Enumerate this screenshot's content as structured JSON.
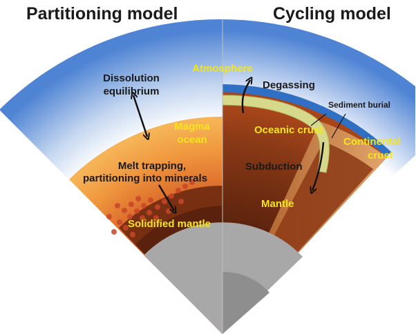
{
  "headings": {
    "left": "Partitioning model",
    "right": "Cycling model"
  },
  "left_labels": {
    "dissolution_1": "Dissolution",
    "dissolution_2": "equilibrium",
    "magma_1": "Magma",
    "magma_2": "ocean",
    "melt_1": "Melt trapping,",
    "melt_2": "partitioning into minerals",
    "solidified": "Solidified mantle"
  },
  "right_labels": {
    "atmosphere": "Atmosphere",
    "degassing": "Degassing",
    "sediment": "Sediment burial",
    "oceanic": "Oceanic crust",
    "continental_1": "Continental",
    "continental_2": "crust",
    "subduction": "Subduction",
    "mantle": "Mantle"
  },
  "colors": {
    "label_yellow": "#f5e51b",
    "label_dark": "#1a1a1a",
    "atmosphere_blue": "#5d8ed8",
    "magma_orange": "#f09a3e",
    "mantle_brown": "#6b2a10",
    "oceanic_crust": "#d7d98a",
    "ocean_blue": "#2f6fc4",
    "core_gray": "#a8a8a8"
  }
}
